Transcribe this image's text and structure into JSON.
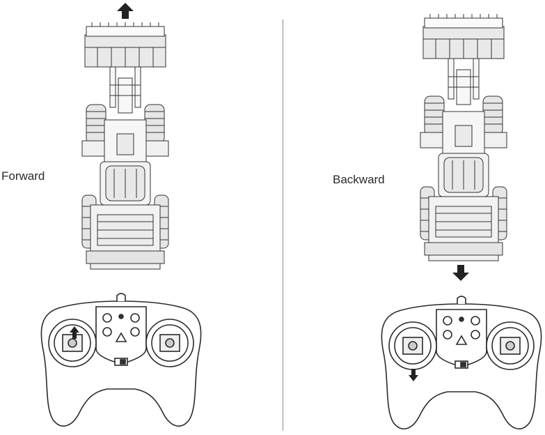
{
  "panels": {
    "left": {
      "label": "Forward",
      "direction": "up"
    },
    "right": {
      "label": "Backward",
      "direction": "down"
    }
  },
  "icons": [
    "arrow-up-icon",
    "arrow-down-icon",
    "loader-vehicle-icon",
    "remote-controller-icon"
  ],
  "colors": {
    "line": "#333333",
    "fill": "#f2f2f2",
    "arrow": "#222222"
  }
}
